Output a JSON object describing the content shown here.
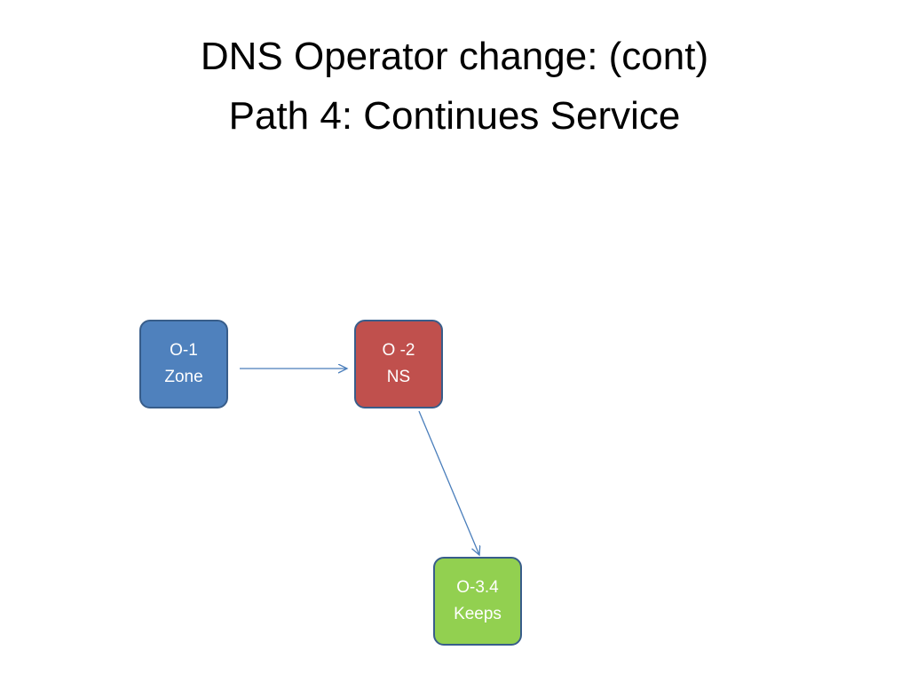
{
  "title": {
    "line1": "DNS Operator change: (cont)",
    "line2": "Path 4: Continues Service"
  },
  "nodes": [
    {
      "line1": "O-1",
      "line2": "Zone",
      "color": "#4F81BD"
    },
    {
      "line1": "O -2",
      "line2": "NS",
      "color": "#C0504D"
    },
    {
      "line1": "O-3.4",
      "line2": "Keeps",
      "color": "#92D050"
    }
  ],
  "edges": [
    {
      "from": 0,
      "to": 1
    },
    {
      "from": 1,
      "to": 2
    }
  ],
  "colors": {
    "node_outline": "#385D8A",
    "arrow": "#4A7EBB",
    "node_text": "#FFFFFF",
    "background": "#FFFFFF"
  }
}
